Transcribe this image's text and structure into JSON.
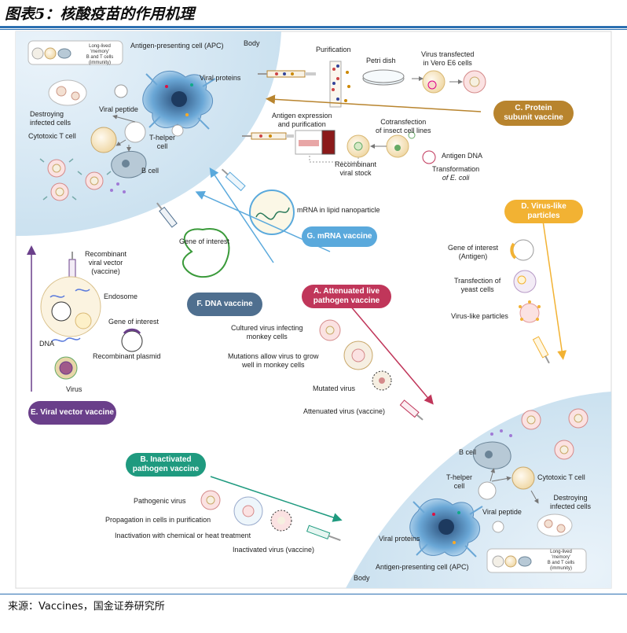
{
  "figure": {
    "title": "图表5：核酸疫苗的作用机理",
    "source": "来源：Vaccines，国金证券研究所"
  },
  "colors": {
    "rule_blue": "#2c6fb1",
    "body_fill": "#d6e8f3",
    "protein": "#b8842e",
    "vlp": "#f2b233",
    "mrna": "#5aa9dc",
    "dna": "#4f6f8f",
    "attenuated": "#c0365a",
    "inactivated": "#1f9a7f",
    "viral_vector": "#6a3f8a"
  },
  "panels": {
    "protein": {
      "l1": "C. Protein",
      "l2": "subunit vaccine"
    },
    "vlp": {
      "l1": "D. Virus-like",
      "l2": "particles"
    },
    "mrna": {
      "l1": "G. mRNA vaccine"
    },
    "dna": {
      "l1": "F. DNA vaccine"
    },
    "attenuated": {
      "l1": "A. Attenuated live",
      "l2": "pathogen vaccine"
    },
    "viral_vector": {
      "l1": "E. Viral vector vaccine"
    },
    "inactivated": {
      "l1": "B. Inactivated",
      "l2": "pathogen vaccine"
    }
  },
  "immune_top": {
    "body": "Body",
    "apc": "Antigen-presenting cell (APC)",
    "viral_proteins": "Viral proteins",
    "viral_peptide": "Viral peptide",
    "destroying_l1": "Destroying",
    "destroying_l2": "infected cells",
    "cytotoxic": "Cytotoxic T cell",
    "thelper_l1": "T-helper",
    "thelper_l2": "cell",
    "bcell": "B cell",
    "memory_l1": "Long-lived",
    "memory_l2": "'memory'",
    "memory_l3": "B and T cells",
    "memory_l4": "(immunity)"
  },
  "immune_bottom": {
    "body": "Body",
    "apc": "Antigen-presenting cell (APC)",
    "viral_proteins": "Viral proteins",
    "viral_peptide": "Viral peptide",
    "destroying_l1": "Destroying",
    "destroying_l2": "infected cells",
    "cytotoxic": "Cytotoxic T cell",
    "thelper_l1": "T-helper",
    "thelper_l2": "cell",
    "bcell": "B cell",
    "memory_l1": "Long-lived",
    "memory_l2": "'memory'",
    "memory_l3": "B and T cells",
    "memory_l4": "(immunity)"
  },
  "protein_steps": {
    "purification": "Purification",
    "petri": "Petri dish",
    "vero_l1": "Virus transfected",
    "vero_l2": "in Vero E6 cells",
    "antigen_expr_l1": "Antigen expression",
    "antigen_expr_l2": "and purification",
    "cotransfection_l1": "Cotransfection",
    "cotransfection_l2": "of insect cell lines",
    "recomb_stock_l1": "Recombinant",
    "recomb_stock_l2": "viral stock",
    "antigen_dna": "Antigen DNA",
    "transformation_l1": "Transformation",
    "transformation_l2": "of E. coli"
  },
  "mrna_steps": {
    "lipid": "mRNA in lipid nanoparticle"
  },
  "dna_steps": {
    "gene": "Gene of interest"
  },
  "vlp_steps": {
    "gene_l1": "Gene of interest",
    "gene_l2": "(Antigen)",
    "transfection_l1": "Transfection of",
    "transfection_l2": "yeast cells",
    "vlp": "Virus-like particles"
  },
  "attenuated_steps": {
    "cultured_l1": "Cultured virus infecting",
    "cultured_l2": "monkey cells",
    "mutations_l1": "Mutations allow virus to grow",
    "mutations_l2": "well in monkey cells",
    "mutated": "Mutated virus",
    "attenuated": "Attenuated virus (vaccine)"
  },
  "viral_vector_steps": {
    "recomb_l1": "Recombinant",
    "recomb_l2": "viral vector",
    "recomb_l3": "(vaccine)",
    "endosome": "Endosome",
    "gene": "Gene of interest",
    "dna": "DNA",
    "plasmid": "Recombinant plasmid",
    "virus": "Virus"
  },
  "inactivated_steps": {
    "pathogenic": "Pathogenic virus",
    "propagation": "Propagation in cells in purification",
    "inactivation": "Inactivation with chemical or heat treatment",
    "inactivated": "Inactivated virus (vaccine)"
  }
}
